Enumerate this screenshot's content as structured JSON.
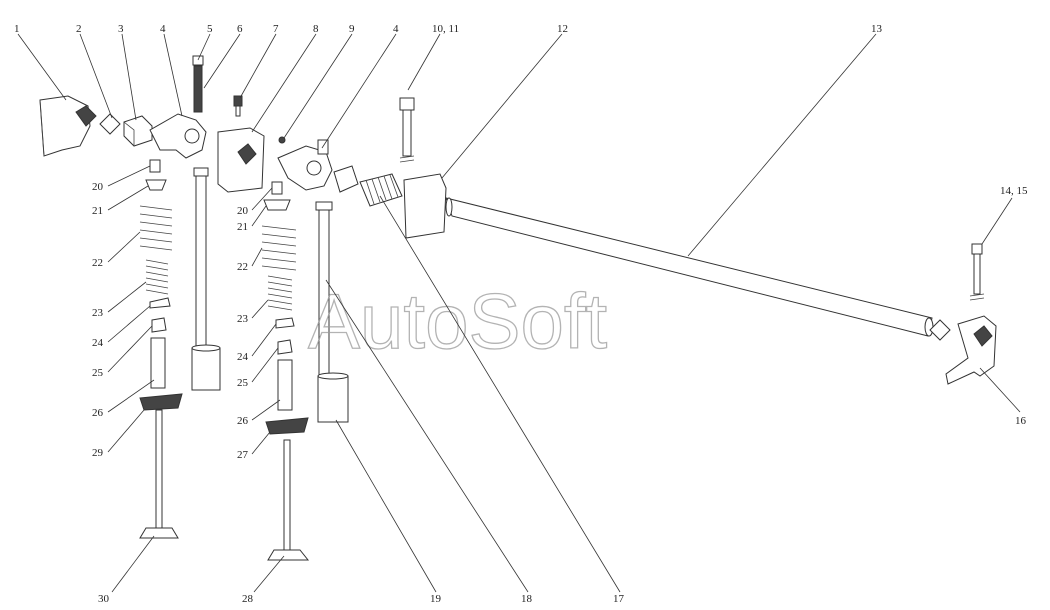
{
  "watermark": "AutoSoft",
  "labels": {
    "l1": "1",
    "l2": "2",
    "l3": "3",
    "l4a": "4",
    "l5": "5",
    "l6": "6",
    "l7": "7",
    "l8": "8",
    "l9": "9",
    "l4b": "4",
    "l10_11": "10, 11",
    "l12": "12",
    "l13": "13",
    "l14_15": "14, 15",
    "l16": "16",
    "l17": "17",
    "l18": "18",
    "l19": "19",
    "l20a": "20",
    "l21a": "21",
    "l22a": "22",
    "l23a": "23",
    "l24a": "24",
    "l25a": "25",
    "l26a": "26",
    "l29": "29",
    "l30": "30",
    "l20b": "20",
    "l21b": "21",
    "l22b": "22",
    "l23b": "23",
    "l24b": "24",
    "l25b": "25",
    "l26b": "26",
    "l27": "27",
    "l28": "28"
  }
}
